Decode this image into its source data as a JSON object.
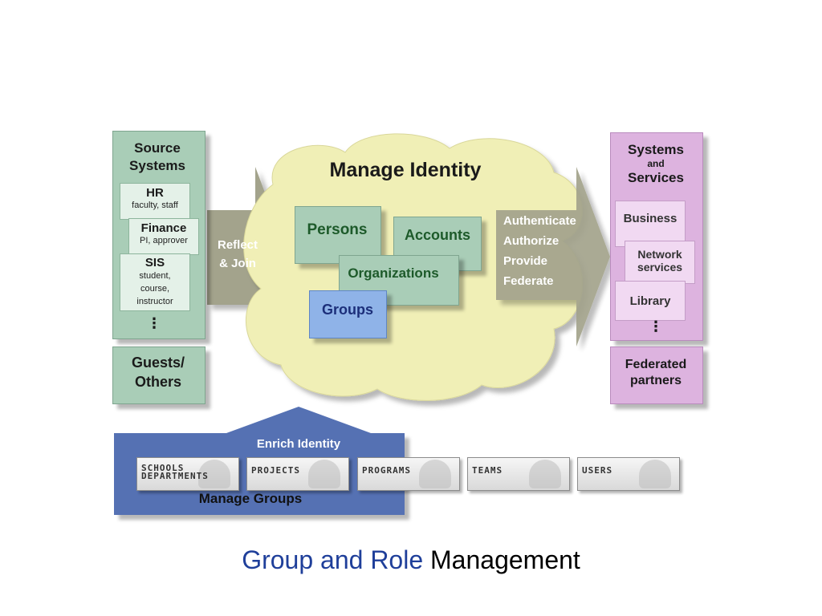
{
  "source": {
    "title": "Source Systems",
    "hr": {
      "title": "HR",
      "sub": "faculty, staff"
    },
    "finance": {
      "title": "Finance",
      "sub": "PI, approver"
    },
    "sis": {
      "title": "SIS",
      "sub1": "student,",
      "sub2": "course,",
      "sub3": "instructor"
    },
    "more": "⋮",
    "guests": "Guests/ Others"
  },
  "reflect": {
    "line1": "Reflect",
    "line2": "& Join"
  },
  "cloud": {
    "title": "Manage Identity",
    "persons": "Persons",
    "accounts": "Accounts",
    "organizations": "Organizations",
    "groups": "Groups"
  },
  "outflow": {
    "items": [
      "Authenticate",
      "Authorize",
      "Provide",
      "Federate"
    ]
  },
  "systems": {
    "title1": "Systems",
    "and": "and",
    "title2": "Services",
    "business": "Business",
    "network": "Network services",
    "library": "Library",
    "more": "⋮",
    "federated": "Federated partners"
  },
  "enrich": {
    "label": "Enrich Identity",
    "manage": "Manage Groups",
    "tags": [
      "SCHOOLS DEPARTMENTS",
      "PROJECTS",
      "PROGRAMS",
      "TEAMS",
      "USERS"
    ]
  },
  "caption": {
    "blue": "Group and Role",
    "black": "Management"
  },
  "colors": {
    "green": "#a9cdb7",
    "cloud": "#f0efb6",
    "pink": "#ddb3df",
    "blue_box": "#8fb3e8",
    "manage_groups": "#5571b3",
    "arrow": "#9e9e86",
    "caption_blue": "#1f3f9a"
  }
}
